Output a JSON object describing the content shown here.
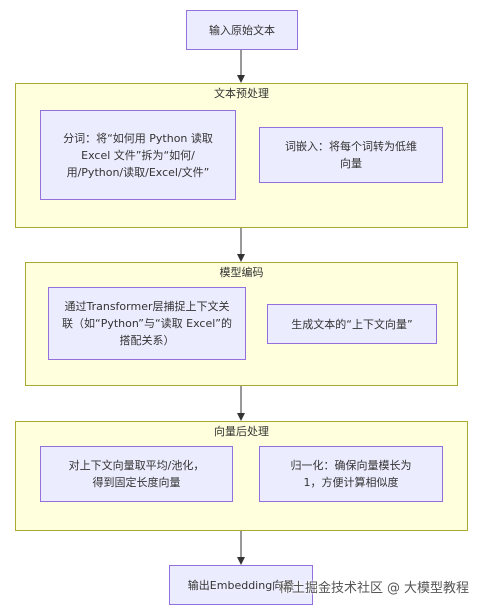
{
  "nodes": {
    "input": "输入原始文本",
    "tokenize": "分词：将“如何用 Python 读取 Excel 文件”拆为“如何/用/Python/读取/Excel/文件”",
    "embed": "词嵌入：将每个词转为低维向量",
    "transformer": "通过Transformer层捕捉上下文关联（如“Python”与“读取 Excel”的搭配关系）",
    "context_vec": "生成文本的“上下文向量”",
    "pooling": "对上下文向量取平均/池化，得到固定长度向量",
    "normalize": "归一化：确保向量模长为1，方便计算相似度",
    "output": "输出Embedding向量"
  },
  "groups": {
    "preprocess": "文本预处理",
    "model": "模型编码",
    "postprocess": "向量后处理"
  },
  "watermark": {
    "site": "稀土掘金技术社区",
    "at": "@",
    "author": "大模型教程"
  },
  "colors": {
    "node_fill": "#ECECFF",
    "node_border": "#9370DB",
    "group_fill": "#FFFFDE",
    "group_border": "#AAAA33",
    "edge": "#333333"
  }
}
